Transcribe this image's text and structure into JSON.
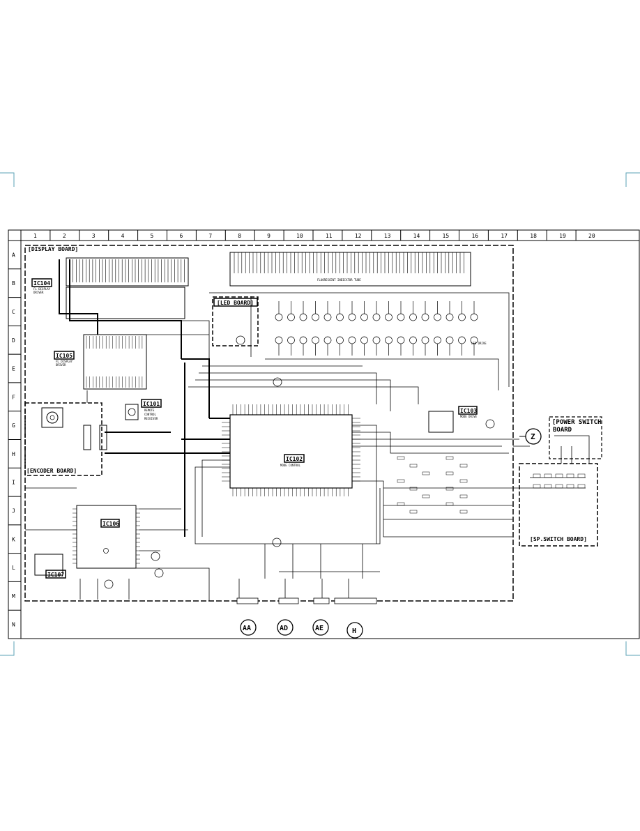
{
  "grid": {
    "columns": [
      "1",
      "2",
      "3",
      "4",
      "5",
      "6",
      "7",
      "8",
      "9",
      "10",
      "11",
      "12",
      "13",
      "14",
      "15",
      "16",
      "17",
      "18",
      "19",
      "20"
    ],
    "rows": [
      "A",
      "B",
      "C",
      "D",
      "E",
      "F",
      "G",
      "H",
      "I",
      "J",
      "K",
      "L",
      "M",
      "N"
    ]
  },
  "boards": {
    "display": "[DISPLAY BOARD]",
    "led": "[LED BOARD]",
    "encoder": "[ENCODER BOARD]",
    "power_switch_line1": "[POWER SWITCH",
    "power_switch_line2": "BOARD",
    "sp_switch": "[SP.SWITCH BOARD]"
  },
  "ics": {
    "ic104": "IC104",
    "ic105": "IC105",
    "ic101": "IC101",
    "ic102": "IC102",
    "ic103": "IC103",
    "ic106": "IC106",
    "ic107": "IC107"
  },
  "ic_desc": {
    "ic104_a": "FL DISPLAY",
    "ic104_b": "DRIVER",
    "ic105_a": "FL DISPLAY",
    "ic105_b": "DRIVER",
    "ic101_a": "REMOTE",
    "ic101_b": "CONTROL",
    "ic101_c": "RECEIVER",
    "ic102_a": "MODE CONTROL",
    "ic103_a": "MODE DRIVE",
    "fl_tube": "FLUORESCENT INDICATOR TUBE",
    "led_drive": "LED DRIVE"
  },
  "connectors": {
    "aa": "AA",
    "ad": "AD",
    "ae": "AE",
    "h": "H",
    "z": "Z"
  }
}
